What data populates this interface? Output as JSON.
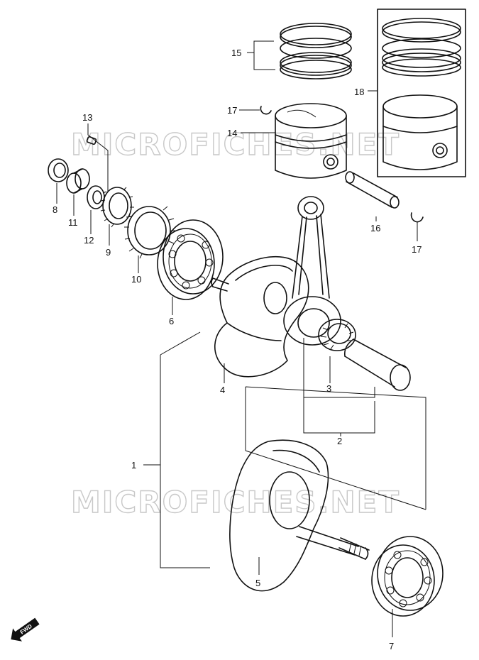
{
  "watermark": "MICROFICHES.NET",
  "fwd_label": "FWD",
  "labels": {
    "p1": "1",
    "p2": "2",
    "p3": "3",
    "p4": "4",
    "p5": "5",
    "p6": "6",
    "p7": "7",
    "p8": "8",
    "p9": "9",
    "p10": "10",
    "p11": "11",
    "p12": "12",
    "p13": "13",
    "p14": "14",
    "p15": "15",
    "p16": "16",
    "p17a": "17",
    "p17b": "17",
    "p18": "18"
  },
  "icons": {
    "fwd": "fwd-arrow-icon"
  }
}
